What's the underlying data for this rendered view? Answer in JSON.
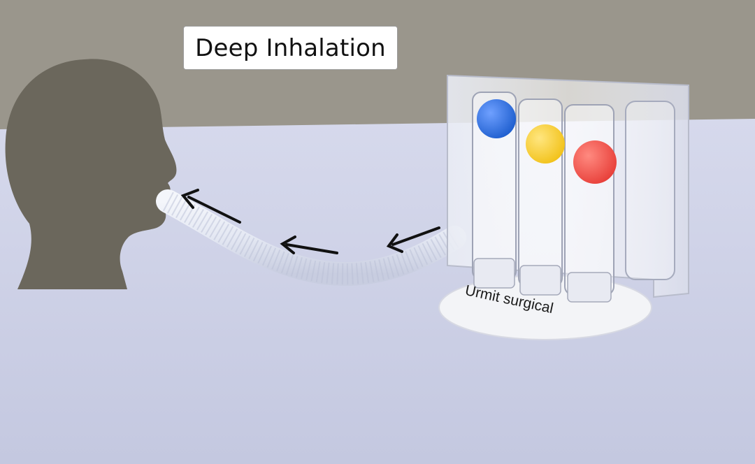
{
  "caption": {
    "text": "Deep Inhalation"
  },
  "device": {
    "brand_label": "Urmit surgical",
    "ball_colors": {
      "blue": "#1f5fcf",
      "yellow": "#f2c21a",
      "red": "#e8403a"
    }
  },
  "scene": {
    "wall_color": "#9a968c",
    "table_color": "#c9cde4",
    "head_color": "#6b675c",
    "arrow_color": "#111111",
    "icons": [
      "head-silhouette",
      "arrow-left-icon",
      "incentive-spirometer"
    ]
  }
}
